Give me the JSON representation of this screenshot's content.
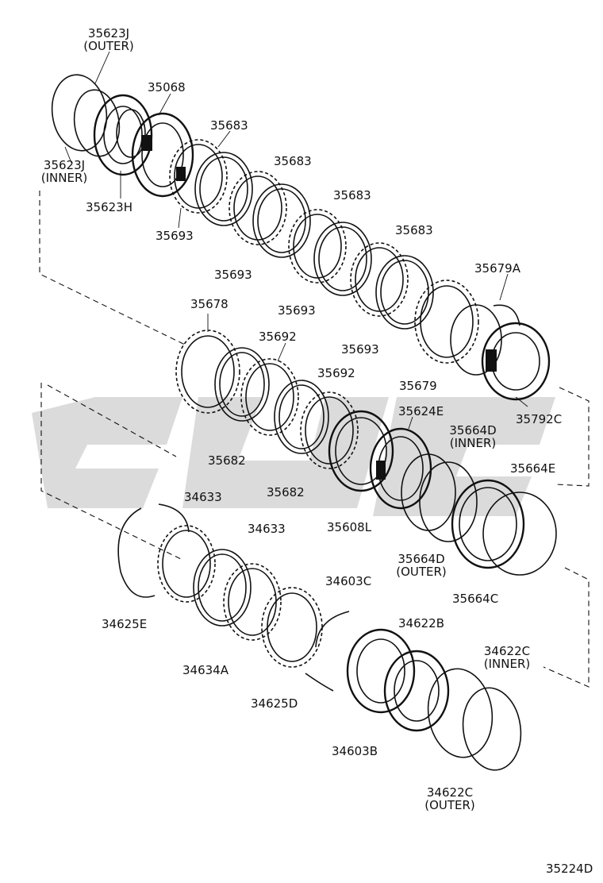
{
  "diagram": {
    "footer_code": "35224D",
    "labels": {
      "l35623J_outer": {
        "part": "35623J",
        "note": "(OUTER)"
      },
      "l35068": {
        "part": "35068"
      },
      "l35683_1": {
        "part": "35683"
      },
      "l35683_2": {
        "part": "35683"
      },
      "l35683_3": {
        "part": "35683"
      },
      "l35683_4": {
        "part": "35683"
      },
      "l35623J_inner": {
        "part": "35623J",
        "note": "(INNER)"
      },
      "l35623H": {
        "part": "35623H"
      },
      "l35693_1": {
        "part": "35693"
      },
      "l35693_2": {
        "part": "35693"
      },
      "l35693_3": {
        "part": "35693"
      },
      "l35693_4": {
        "part": "35693"
      },
      "l35679A": {
        "part": "35679A"
      },
      "l35678": {
        "part": "35678"
      },
      "l35692_1": {
        "part": "35692"
      },
      "l35692_2": {
        "part": "35692"
      },
      "l35679": {
        "part": "35679"
      },
      "l35624E": {
        "part": "35624E"
      },
      "l35664D_inner": {
        "part": "35664D",
        "note": "(INNER)"
      },
      "l35792C": {
        "part": "35792C"
      },
      "l35682_1": {
        "part": "35682"
      },
      "l35682_2": {
        "part": "35682"
      },
      "l35608L": {
        "part": "35608L"
      },
      "l35664E": {
        "part": "35664E"
      },
      "l34633_1": {
        "part": "34633"
      },
      "l34633_2": {
        "part": "34633"
      },
      "l35664D_outer": {
        "part": "35664D",
        "note": "(OUTER)"
      },
      "l35664C": {
        "part": "35664C"
      },
      "l34603C": {
        "part": "34603C"
      },
      "l34625E": {
        "part": "34625E"
      },
      "l34622B": {
        "part": "34622B"
      },
      "l34622C_inner": {
        "part": "34622C",
        "note": "(INNER)"
      },
      "l34634A": {
        "part": "34634A"
      },
      "l34625D": {
        "part": "34625D"
      },
      "l34603B": {
        "part": "34603B"
      },
      "l34622C_outer": {
        "part": "34622C",
        "note": "(OUTER)"
      }
    }
  }
}
